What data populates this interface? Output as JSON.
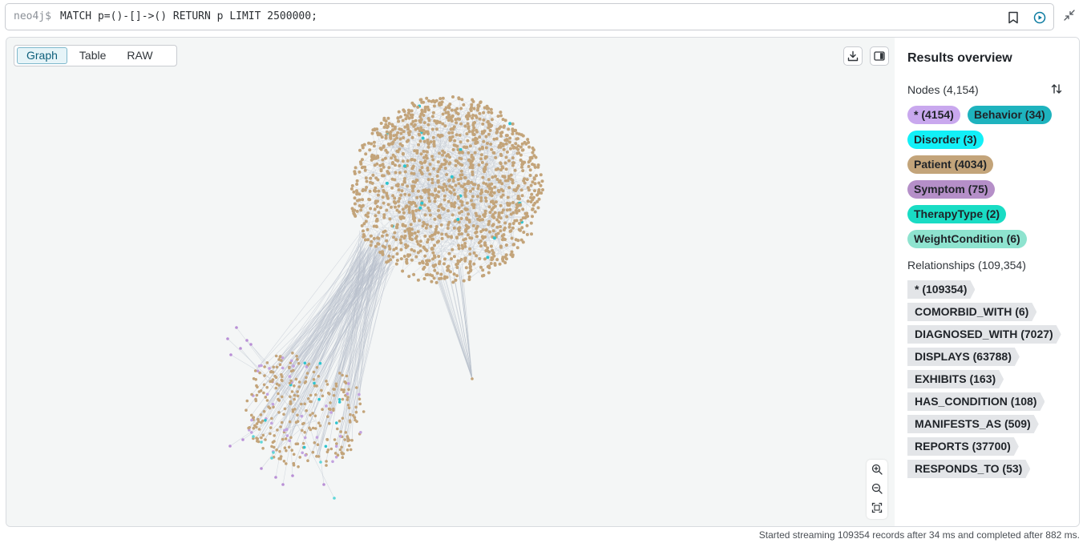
{
  "query": {
    "prompt": "neo4j$",
    "text": "MATCH p=()-[]->() RETURN p LIMIT 2500000;"
  },
  "view_toggle": {
    "graph": "Graph",
    "table": "Table",
    "raw": "RAW",
    "active": "Graph"
  },
  "overview": {
    "title": "Results overview",
    "nodes_heading": "Nodes (4,154)",
    "relationships_heading": "Relationships (109,354)",
    "node_labels": [
      {
        "label": "* (4154)",
        "color": "#c9a8ee"
      },
      {
        "label": "Behavior (34)",
        "color": "#1eb3be"
      },
      {
        "label": "Disorder (3)",
        "color": "#12f0f7"
      },
      {
        "label": "Patient (4034)",
        "color": "#c3a47a"
      },
      {
        "label": "Symptom (75)",
        "color": "#b58fc8"
      },
      {
        "label": "TherapyType (2)",
        "color": "#19dcc4"
      },
      {
        "label": "WeightCondition (6)",
        "color": "#8ee3cf"
      }
    ],
    "relationship_types": [
      {
        "label": "* (109354)"
      },
      {
        "label": "COMORBID_WITH (6)"
      },
      {
        "label": "DIAGNOSED_WITH (7027)"
      },
      {
        "label": "DISPLAYS (63788)"
      },
      {
        "label": "EXHIBITS (163)"
      },
      {
        "label": "HAS_CONDITION (108)"
      },
      {
        "label": "MANIFESTS_AS (509)"
      },
      {
        "label": "REPORTS (37700)"
      },
      {
        "label": "RESPONDS_TO (53)"
      }
    ]
  },
  "status": "Started streaming 109354 records after 34 ms and completed after 882 ms.",
  "colors": {
    "patient": "#c3a47a",
    "symptom": "#c2a2df",
    "behavior": "#2ec4cf",
    "edge": "#b8bfcc",
    "accent": "#0a7aa0"
  }
}
